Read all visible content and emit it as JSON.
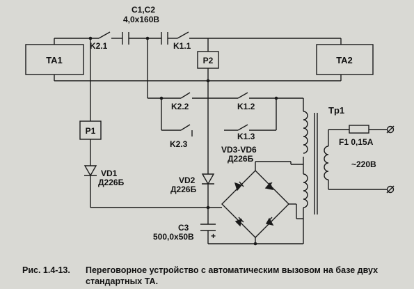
{
  "diagram": {
    "blocks": {
      "ta1": "TA1",
      "ta2": "TA2",
      "p1": "P1",
      "p2": "P2"
    },
    "components": {
      "k21": "K2.1",
      "k11": "K1.1",
      "c1c2_name": "C1,C2",
      "c1c2_value": "4,0x160B",
      "k22": "K2.2",
      "k12": "K1.2",
      "k23": "K2.3",
      "k13": "K1.3",
      "tp1": "Tp1",
      "f1": "F1  0,15A",
      "mains": "~220B",
      "vd36_name": "VD3-VD6",
      "vd36_type": "Д226Б",
      "vd1_name": "VD1",
      "vd1_type": "Д226Б",
      "vd2_name": "VD2",
      "vd2_type": "Д226Б",
      "c3_name": "C3",
      "c3_value": "500,0x50B",
      "c3_plus": "+"
    },
    "caption": {
      "number": "Рис. 1.4-13.",
      "line1": "Переговорное устройство с автоматическим вызовом на базе двух",
      "line2": "стандартных ТА."
    }
  }
}
